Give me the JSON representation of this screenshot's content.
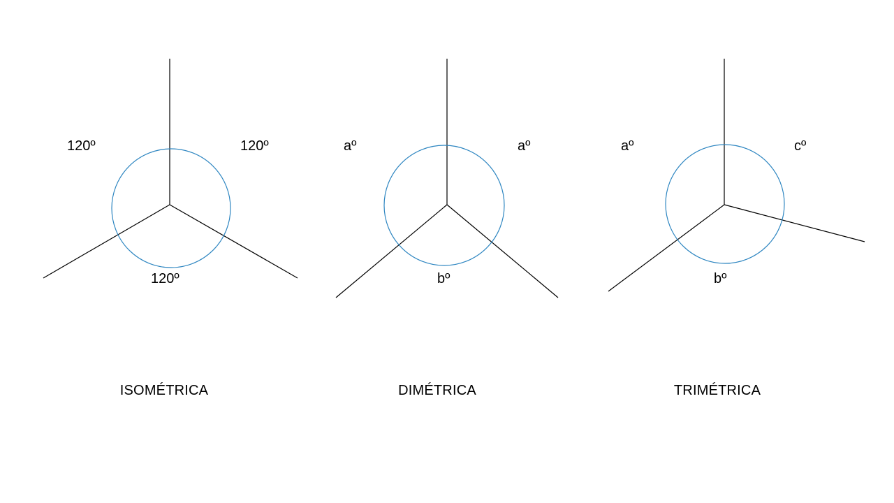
{
  "colors": {
    "circle": "#2e86c1",
    "lines": "#000000",
    "background": "#ffffff"
  },
  "panels": [
    {
      "caption": "ISOMÉTRICA",
      "angles": {
        "left": "120º",
        "right": "120º",
        "bottom": "120º"
      }
    },
    {
      "caption": "DIMÉTRICA",
      "angles": {
        "left": "aº",
        "right": "aº",
        "bottom": "bº"
      }
    },
    {
      "caption": "TRIMÉTRICA",
      "angles": {
        "left": "aº",
        "right": "cº",
        "bottom": "bº"
      }
    }
  ]
}
